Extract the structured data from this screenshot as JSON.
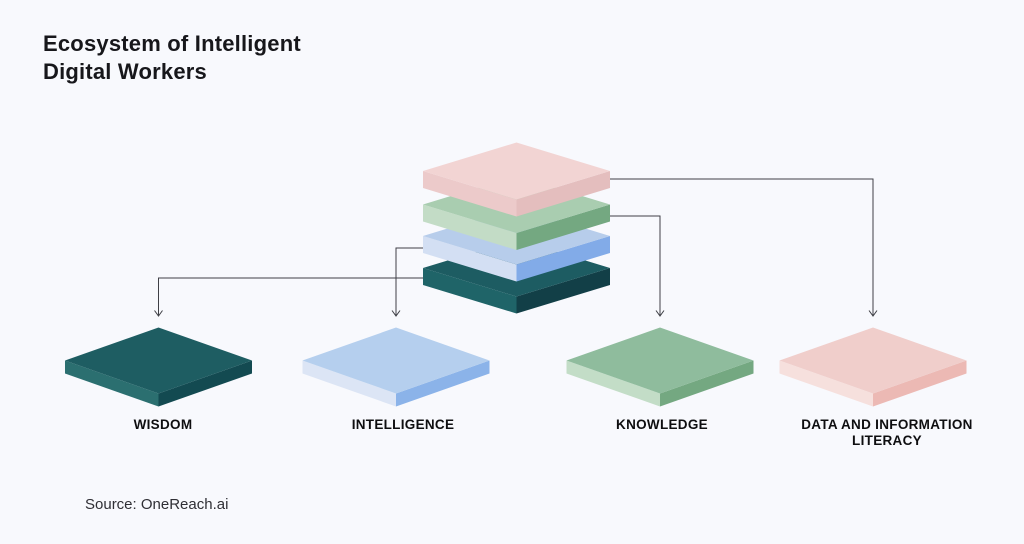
{
  "title": {
    "line1": "Ecosystem of Intelligent",
    "line2": "Digital Workers"
  },
  "source": {
    "label": "Source: OneReach.ai"
  },
  "colors": {
    "background": "#f8f9fd",
    "connector": "#3f4046",
    "title_text": "#17171b",
    "label_text": "#0e0e10"
  },
  "stack": {
    "layers": [
      {
        "id": "data-literacy",
        "top": "#f2d4d3",
        "left": "#eccaca",
        "right": "#e4bebe"
      },
      {
        "id": "knowledge",
        "top": "#a9cdb0",
        "left": "#c3dcc6",
        "right": "#74a881"
      },
      {
        "id": "intelligence",
        "top": "#b7cdeb",
        "left": "#d3dff3",
        "right": "#82abe8"
      },
      {
        "id": "wisdom",
        "top": "#1d5c62",
        "left": "#1f6468",
        "right": "#123f47"
      }
    ]
  },
  "pillars": [
    {
      "id": "wisdom",
      "label": "WISDOM",
      "top": "#1e5d62",
      "left": "#2b6f70",
      "right": "#134a51"
    },
    {
      "id": "intelligence",
      "label": "INTELLIGENCE",
      "top": "#b5cfee",
      "left": "#dce5f5",
      "right": "#8bb3e9"
    },
    {
      "id": "knowledge",
      "label": "KNOWLEDGE",
      "top": "#8fbc9d",
      "left": "#c3ddc7",
      "right": "#74a881"
    },
    {
      "id": "data-literacy",
      "label": "DATA AND INFORMATION LITERACY",
      "top": "#f0cecb",
      "left": "#f6e0dd",
      "right": "#ecb9b4"
    }
  ]
}
